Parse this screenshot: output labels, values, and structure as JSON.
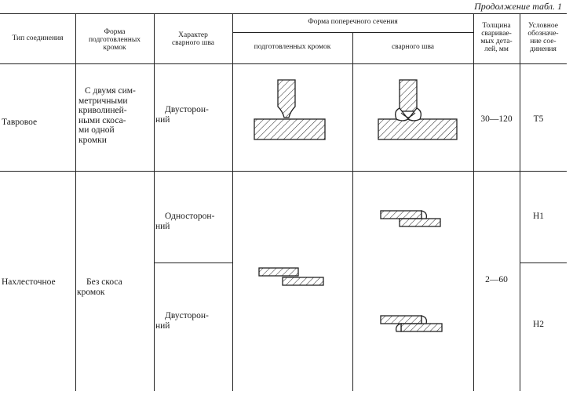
{
  "caption": "Продолжение табл. 1",
  "headers": {
    "joint_type": "Тип соединения",
    "edge_form": [
      "Форма",
      "подготовленных",
      "кромок"
    ],
    "weld_character": [
      "Характер",
      "сварного шва"
    ],
    "cross_section": "Форма поперечного сечения",
    "prepared_edges": "подготовленных кромок",
    "weld_seam": "сварного шва",
    "thickness": [
      "Толщина",
      "свариваe-",
      "мых дета-",
      "лей, мм"
    ],
    "designation": [
      "Условное",
      "обозначе-",
      "ние сое-",
      "динения"
    ]
  },
  "rows": [
    {
      "joint_type": "Тавровое",
      "edge_form": [
        "С двумя сим-",
        "метричными",
        "криволиней-",
        "ными скоса-",
        "ми одной",
        "кромки"
      ],
      "weld_character": [
        "Двусторон-",
        "ний"
      ],
      "thickness": "30—120",
      "designation": "Т5"
    },
    {
      "joint_type": "Нахлесточное",
      "edge_form": [
        "Без скоса",
        "кромок"
      ],
      "sub_rows": [
        {
          "weld_character": [
            "Односторон-",
            "ний"
          ],
          "designation": "Н1"
        },
        {
          "weld_character": [
            "Двусторон-",
            "ний"
          ],
          "designation": "Н2"
        }
      ],
      "thickness": "2—60"
    }
  ]
}
